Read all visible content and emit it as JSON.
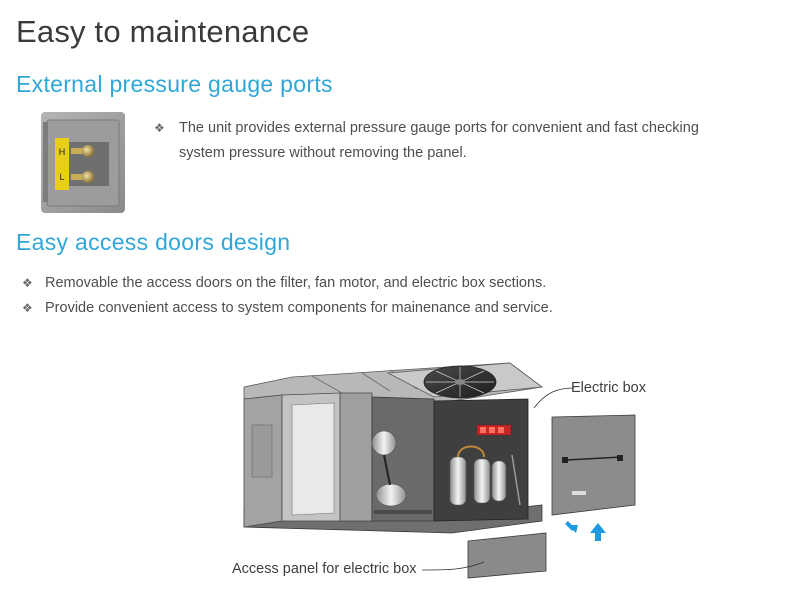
{
  "page": {
    "title": "Easy to maintenance"
  },
  "section_pressure": {
    "heading": "External pressure gauge ports",
    "photo": {
      "port_labels": [
        "H",
        "L"
      ]
    },
    "bullets": [
      "The unit provides external pressure gauge ports for convenient and fast checking",
      "system pressure without removing the panel."
    ]
  },
  "section_access": {
    "heading": "Easy access doors design",
    "bullets": [
      "Removable the access doors on the filter, fan motor, and electric box sections.",
      "Provide convenient access to system components for mainenance and service."
    ]
  },
  "diagram": {
    "callouts": {
      "electric_box": "Electric box",
      "access_panel": "Access panel for electric box"
    }
  },
  "icons": {
    "bullet": "diamond-bullet-icon",
    "arrows": "up-down-arrow-icon"
  },
  "colors": {
    "heading_accent": "#2fa7d9",
    "arrow_accent": "#1e9be0",
    "body_text": "#4e4e4e"
  }
}
